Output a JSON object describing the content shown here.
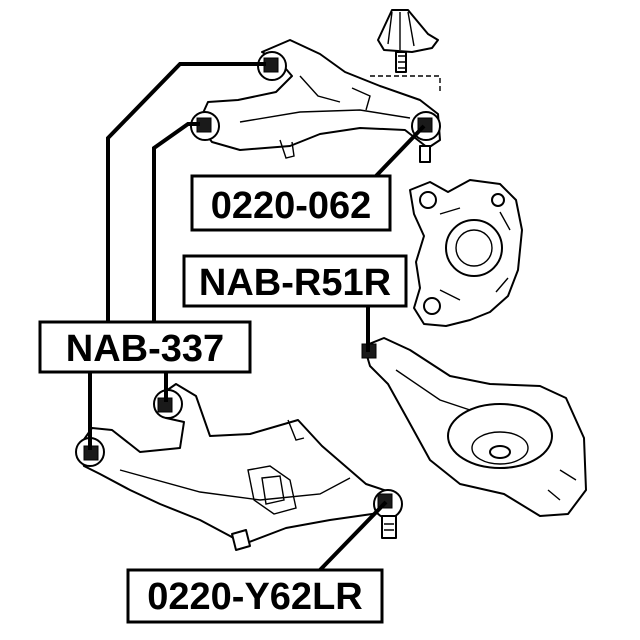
{
  "labels": {
    "upper_arm_bushing": "0220-062",
    "knuckle_bushing": "NAB-R51R",
    "lower_arm_bushing": "NAB-337",
    "ball_joint": "0220-Y62LR"
  }
}
